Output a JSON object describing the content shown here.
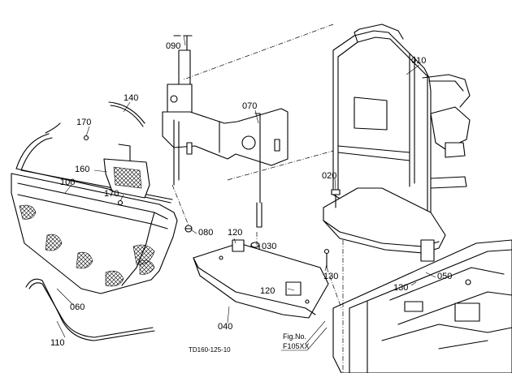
{
  "diagram": {
    "drawing_id": "TD160-125-10",
    "figure_ref": {
      "line1": "Fig.No.",
      "line2": "F105XX"
    },
    "callouts": [
      {
        "id": "010",
        "label": "010"
      },
      {
        "id": "020",
        "label": "020"
      },
      {
        "id": "030",
        "label": "030"
      },
      {
        "id": "040",
        "label": "040"
      },
      {
        "id": "050",
        "label": "050"
      },
      {
        "id": "060",
        "label": "060"
      },
      {
        "id": "070",
        "label": "070"
      },
      {
        "id": "080",
        "label": "080"
      },
      {
        "id": "090",
        "label": "090"
      },
      {
        "id": "100",
        "label": "100"
      },
      {
        "id": "110",
        "label": "110"
      },
      {
        "id": "120a",
        "label": "120"
      },
      {
        "id": "120b",
        "label": "120"
      },
      {
        "id": "130a",
        "label": "130"
      },
      {
        "id": "130b",
        "label": "130"
      },
      {
        "id": "140",
        "label": "140"
      },
      {
        "id": "160",
        "label": "160"
      },
      {
        "id": "170a",
        "label": "170"
      },
      {
        "id": "170b",
        "label": "170"
      }
    ]
  }
}
